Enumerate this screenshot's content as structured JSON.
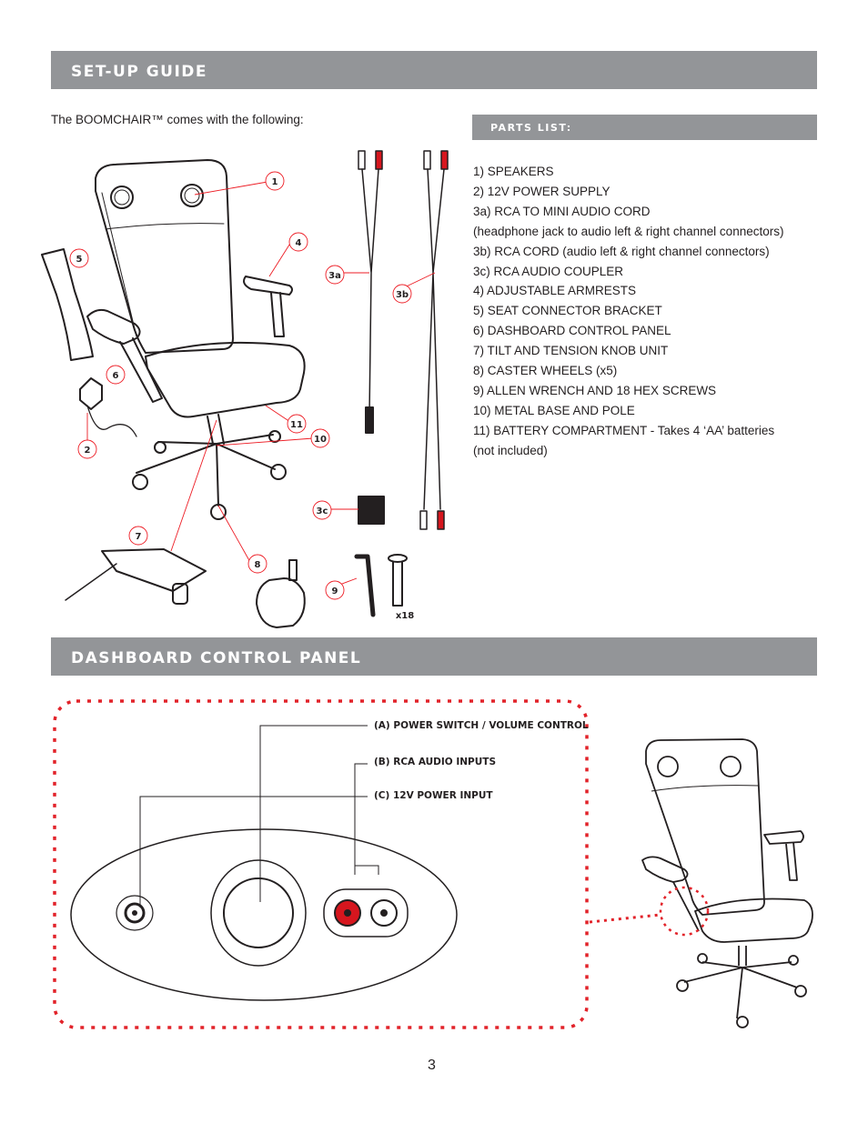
{
  "sections": {
    "setup_title": "SET-UP GUIDE",
    "dashboard_title": "DASHBOARD CONTROL PANEL"
  },
  "intro_text": "The BOOMCHAIR™ comes with the following:",
  "parts_header": "PARTS LIST:",
  "parts": [
    "1)   SPEAKERS",
    "2)   12V POWER SUPPLY",
    "3a) RCA TO MINI AUDIO CORD",
    "(headphone jack to audio left & right channel connectors)",
    "3b) RCA CORD  (audio left & right channel connectors)",
    "3c) RCA AUDIO COUPLER",
    "4)   ADJUSTABLE ARMRESTS",
    "5)   SEAT CONNECTOR BRACKET",
    "6)   DASHBOARD CONTROL PANEL",
    "7)   TILT AND TENSION KNOB UNIT",
    "8)   CASTER WHEELS (x5)",
    "9)   ALLEN WRENCH AND 18 HEX SCREWS",
    "10)  METAL BASE AND POLE",
    "11) BATTERY COMPARTMENT - Takes 4 ‘AA’ batteries",
    "(not included)"
  ],
  "callouts": {
    "c1": "1",
    "c2": "2",
    "c3a": "3a",
    "c3b": "3b",
    "c3c": "3c",
    "c4": "4",
    "c5": "5",
    "c6": "6",
    "c7": "7",
    "c8": "8",
    "c9": "9",
    "c10": "10",
    "c11": "11"
  },
  "screw_qty": "x18",
  "panel_labels": {
    "a": "(A)  POWER SWITCH / VOLUME CONTROL",
    "b": "(B)  RCA AUDIO INPUTS",
    "c": "(C)  12V POWER INPUT"
  },
  "colors": {
    "band": "#939598",
    "callout_line": "#ed1c24",
    "rca_red": "#d7161e",
    "dash_border": "#e2232a"
  },
  "page_number": "3"
}
